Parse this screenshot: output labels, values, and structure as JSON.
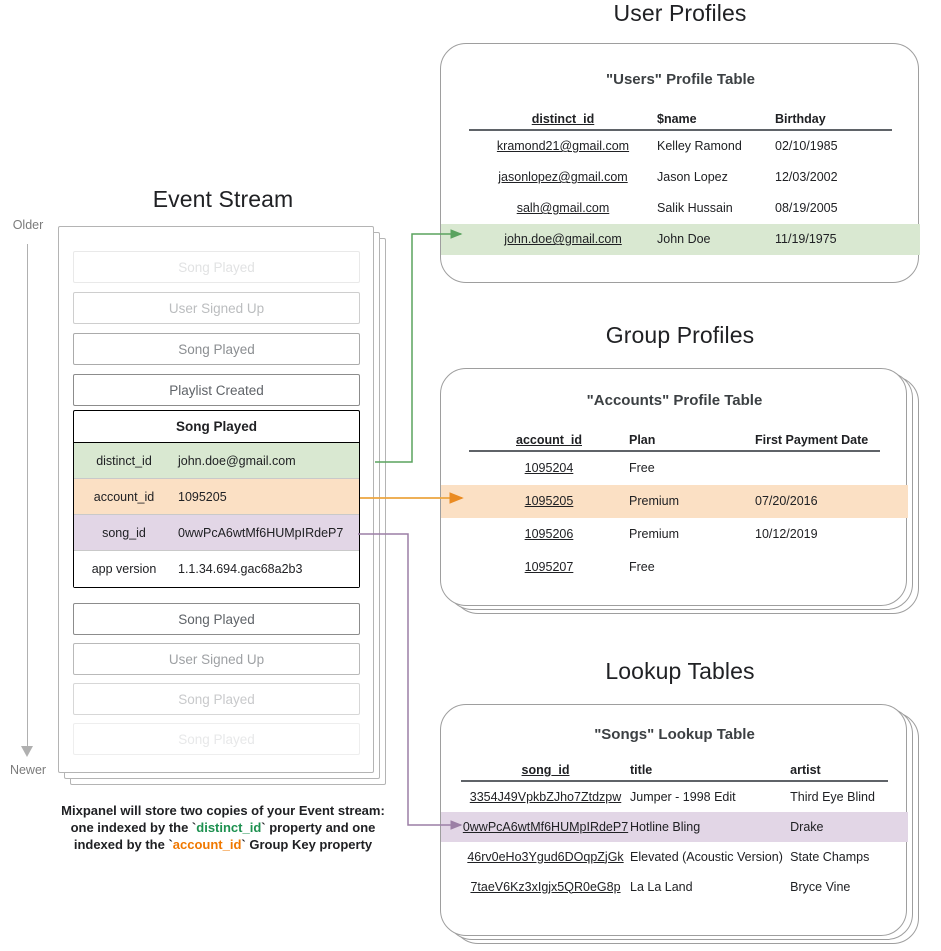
{
  "sections": {
    "event_stream_title": "Event Stream",
    "user_profiles_title": "User Profiles",
    "group_profiles_title": "Group Profiles",
    "lookup_tables_title": "Lookup Tables"
  },
  "timeline": {
    "older_label": "Older",
    "newer_label": "Newer"
  },
  "event_stream": {
    "events_above": [
      {
        "label": "Song Played",
        "opacity": 0.18
      },
      {
        "label": "User Signed Up",
        "opacity": 0.42
      },
      {
        "label": "Song Played",
        "opacity": 0.72
      },
      {
        "label": "Playlist Created",
        "opacity": 1.0
      }
    ],
    "events_below": [
      {
        "label": "Song Played",
        "opacity": 1.0
      },
      {
        "label": "User Signed Up",
        "opacity": 0.6
      },
      {
        "label": "Song Played",
        "opacity": 0.34
      },
      {
        "label": "Song Played",
        "opacity": 0.14
      }
    ],
    "selected": {
      "title": "Song Played",
      "rows": [
        {
          "key": "distinct_id",
          "value": "john.doe@gmail.com",
          "bg": "#d9e8d1"
        },
        {
          "key": "account_id",
          "value": "1095205",
          "bg": "#fbe0c4"
        },
        {
          "key": "song_id",
          "value": "0wwPcA6wtMf6HUMpIRdeP7",
          "bg": "#e2d6e6"
        },
        {
          "key": "app version",
          "value": "1.1.34.694.gac68a2b3",
          "bg": "#ffffff"
        }
      ]
    },
    "caption": {
      "line1": "Mixpanel will store two copies of your Event stream:",
      "line2_a": "one indexed by the `",
      "line2_token": "distinct_id",
      "line2_b": "` property and one",
      "line3_a": "indexed by the `",
      "line3_token": "account_id",
      "line3_b": "` Group Key property"
    }
  },
  "users_table": {
    "title": "\"Users\" Profile Table",
    "columns": [
      "distinct_id",
      "$name",
      "Birthday"
    ],
    "rows": [
      {
        "cells": [
          "kramond21@gmail.com",
          "Kelley Ramond",
          "02/10/1985"
        ],
        "highlight": null
      },
      {
        "cells": [
          "jasonlopez@gmail.com",
          "Jason Lopez",
          "12/03/2002"
        ],
        "highlight": null
      },
      {
        "cells": [
          "salh@gmail.com",
          "Salik Hussain",
          "08/19/2005"
        ],
        "highlight": null
      },
      {
        "cells": [
          "john.doe@gmail.com",
          "John Doe",
          "11/19/1975"
        ],
        "highlight": "#d9e8d1"
      }
    ]
  },
  "accounts_table": {
    "title": "\"Accounts\" Profile Table",
    "columns": [
      "account_id",
      "Plan",
      "First Payment Date"
    ],
    "rows": [
      {
        "cells": [
          "1095204",
          "Free",
          ""
        ],
        "highlight": null
      },
      {
        "cells": [
          "1095205",
          "Premium",
          "07/20/2016"
        ],
        "highlight": "#fbe0c4"
      },
      {
        "cells": [
          "1095206",
          "Premium",
          "10/12/2019"
        ],
        "highlight": null
      },
      {
        "cells": [
          "1095207",
          "Free",
          ""
        ],
        "highlight": null
      }
    ]
  },
  "songs_table": {
    "title": "\"Songs\" Lookup Table",
    "columns": [
      "song_id",
      "title",
      "artist"
    ],
    "rows": [
      {
        "cells": [
          "3354J49VpkbZJho7Ztdzpw",
          "Jumper - 1998 Edit",
          "Third Eye Blind"
        ],
        "highlight": null
      },
      {
        "cells": [
          "0wwPcA6wtMf6HUMpIRdeP7",
          "Hotline Bling",
          "Drake"
        ],
        "highlight": "#e2d6e6"
      },
      {
        "cells": [
          "46rv0eHo3Ygud6DOqpZjGk",
          "Elevated (Acoustic Version)",
          "State Champs"
        ],
        "highlight": null
      },
      {
        "cells": [
          "7taeV6Kz3xIgjx5QR0eG8p",
          "La La Land",
          "Bryce Vine"
        ],
        "highlight": null
      }
    ]
  },
  "colors": {
    "green": "#d9e8d1",
    "green_line": "#5aa35f",
    "orange": "#fbe0c4",
    "orange_line": "#e8a23c",
    "purple": "#e2d6e6",
    "purple_line": "#9b7fa5",
    "border_gray": "#9e9e9e"
  }
}
